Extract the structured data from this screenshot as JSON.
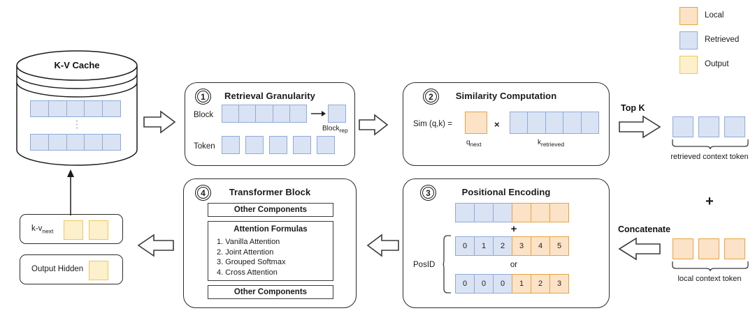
{
  "legend": {
    "items": [
      {
        "label": "Local",
        "fill": "#FCE3C8",
        "stroke": "#E8A33D"
      },
      {
        "label": "Retrieved",
        "fill": "#DAE3F3",
        "stroke": "#8FAADC"
      },
      {
        "label": "Output",
        "fill": "#FDF0CC",
        "stroke": "#EFC75E"
      }
    ]
  },
  "cache": {
    "title": "K-V Cache",
    "row1_cells": 5,
    "row2_cells": 5,
    "ellipsis": "⋮"
  },
  "panel1": {
    "number": "1",
    "title": "Retrieval Granularity",
    "block_label": "Block",
    "token_label": "Token",
    "block_cells": 5,
    "block_rep_label": "Block",
    "block_rep_sub": "rep",
    "token_cells": 5
  },
  "panel2": {
    "number": "2",
    "title": "Similarity Computation",
    "sim_label": "Sim (q,k) =",
    "times": "×",
    "q_label": "q",
    "q_sub": "next",
    "k_label": "k",
    "k_sub": "retrieved",
    "k_cells": 5
  },
  "panel3": {
    "number": "3",
    "title": "Positional Encoding",
    "top_row": [
      {
        "type": "retrieved"
      },
      {
        "type": "retrieved"
      },
      {
        "type": "retrieved"
      },
      {
        "type": "local"
      },
      {
        "type": "local"
      },
      {
        "type": "local"
      }
    ],
    "plus": "+",
    "posid_label": "PosID",
    "or_label": "or",
    "posid_row_a": [
      {
        "v": "0",
        "type": "retrieved"
      },
      {
        "v": "1",
        "type": "retrieved"
      },
      {
        "v": "2",
        "type": "retrieved"
      },
      {
        "v": "3",
        "type": "local"
      },
      {
        "v": "4",
        "type": "local"
      },
      {
        "v": "5",
        "type": "local"
      }
    ],
    "posid_row_b": [
      {
        "v": "0",
        "type": "retrieved"
      },
      {
        "v": "0",
        "type": "retrieved"
      },
      {
        "v": "0",
        "type": "retrieved"
      },
      {
        "v": "1",
        "type": "local"
      },
      {
        "v": "2",
        "type": "local"
      },
      {
        "v": "3",
        "type": "local"
      }
    ]
  },
  "panel4": {
    "number": "4",
    "title": "Transformer Block",
    "other_components_top": "Other Components",
    "attention_title": "Attention Formulas",
    "formulas": [
      "1. Vanilla Attention",
      "2. Joint Attention",
      "3. Grouped Softmax",
      "4. Cross Attention"
    ],
    "other_components_bottom": "Other Components"
  },
  "topk": {
    "label": "Top K",
    "cells": 3,
    "caption": "retrieved context token"
  },
  "concat": {
    "plus": "+",
    "label": "Concatenate",
    "cells": 3,
    "caption": "local context token"
  },
  "outputs": {
    "kv_label": "k-v",
    "kv_sub": "next",
    "kv_cells": 2,
    "hidden_label": "Output Hidden",
    "hidden_cells": 1
  }
}
